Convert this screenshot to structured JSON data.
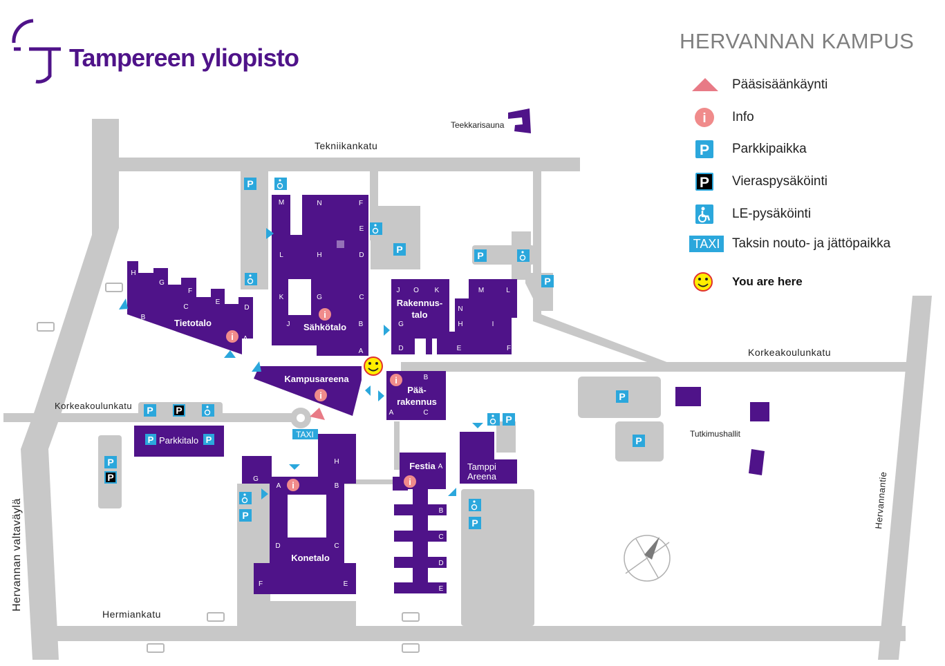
{
  "logo": {
    "text": "Tampereen yliopisto"
  },
  "title": "HERVANNAN KAMPUS",
  "legend": [
    {
      "icon": "main-entrance-triangle-icon",
      "label": "Pääsisäänkäynti"
    },
    {
      "icon": "info-icon",
      "label": "Info"
    },
    {
      "icon": "parking-icon",
      "label": "Parkkipaikka"
    },
    {
      "icon": "visitor-parking-icon",
      "label": "Vieraspysäköinti"
    },
    {
      "icon": "accessible-parking-icon",
      "label": "LE-pysäköinti"
    },
    {
      "icon": "taxi-icon",
      "label": "Taksin nouto- ja jättöpaikka",
      "badge": "TAXI"
    },
    {
      "icon": "smiley-icon",
      "label": "You are here"
    }
  ],
  "streets": {
    "tekniikankatu": "Tekniikankatu",
    "korkeakoulunkatu_east": "Korkeakoulunkatu",
    "korkeakoulunkatu_west": "Korkeakoulunkatu",
    "hermiankatu": "Hermiankatu",
    "hervannan_valtavayla": "Hervannan valtaväylä",
    "hervannantie": "Hervannantie"
  },
  "buildings": {
    "tietotalo": "Tietotalo",
    "sahkotalo": "Sähkötalo",
    "rakennustalo_1": "Rakennus-",
    "rakennustalo_2": "talo",
    "kampusareena": "Kampusareena",
    "paarakennus_1": "Pää-",
    "paarakennus_2": "rakennus",
    "festia": "Festia",
    "tamppi_1": "Tamppi",
    "tamppi_2": "Areena",
    "konetalo": "Konetalo",
    "parkkitalo": "Parkkitalo",
    "teekkarisauna": "Teekkarisauna",
    "tutkimushallit": "Tutkimushallit"
  },
  "map_marks": {
    "taxi_badge": "TAXI",
    "parking_letter": "P"
  },
  "colors": {
    "building": "#4f1389",
    "road": "#c8c8c8",
    "parking": "#2ba7dc",
    "info": "#f08b8b",
    "entrance_triangle": "#e87a86",
    "title": "#7f7f7f"
  }
}
